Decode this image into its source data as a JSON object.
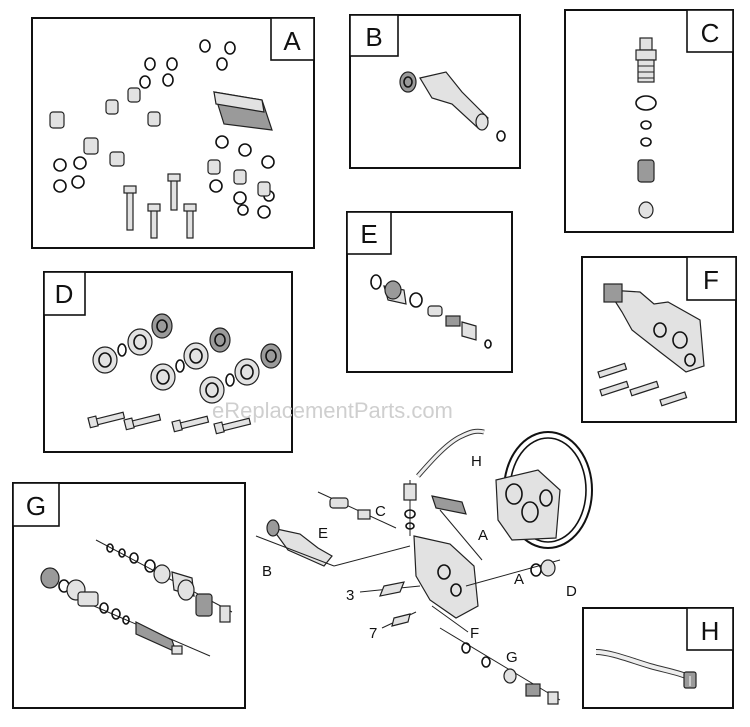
{
  "panels": [
    {
      "id": "A",
      "label": "A"
    },
    {
      "id": "B",
      "label": "B"
    },
    {
      "id": "C",
      "label": "C"
    },
    {
      "id": "D",
      "label": "D"
    },
    {
      "id": "E",
      "label": "E"
    },
    {
      "id": "F",
      "label": "F"
    },
    {
      "id": "G",
      "label": "G"
    },
    {
      "id": "H",
      "label": "H"
    }
  ],
  "assembly_callouts": {
    "h": "H",
    "c": "C",
    "e": "E",
    "a_upper": "A",
    "b": "B",
    "a_lower": "A",
    "d": "D",
    "three": "3",
    "seven": "7",
    "f": "F",
    "g": "G"
  },
  "watermark": "eReplacementParts.com"
}
